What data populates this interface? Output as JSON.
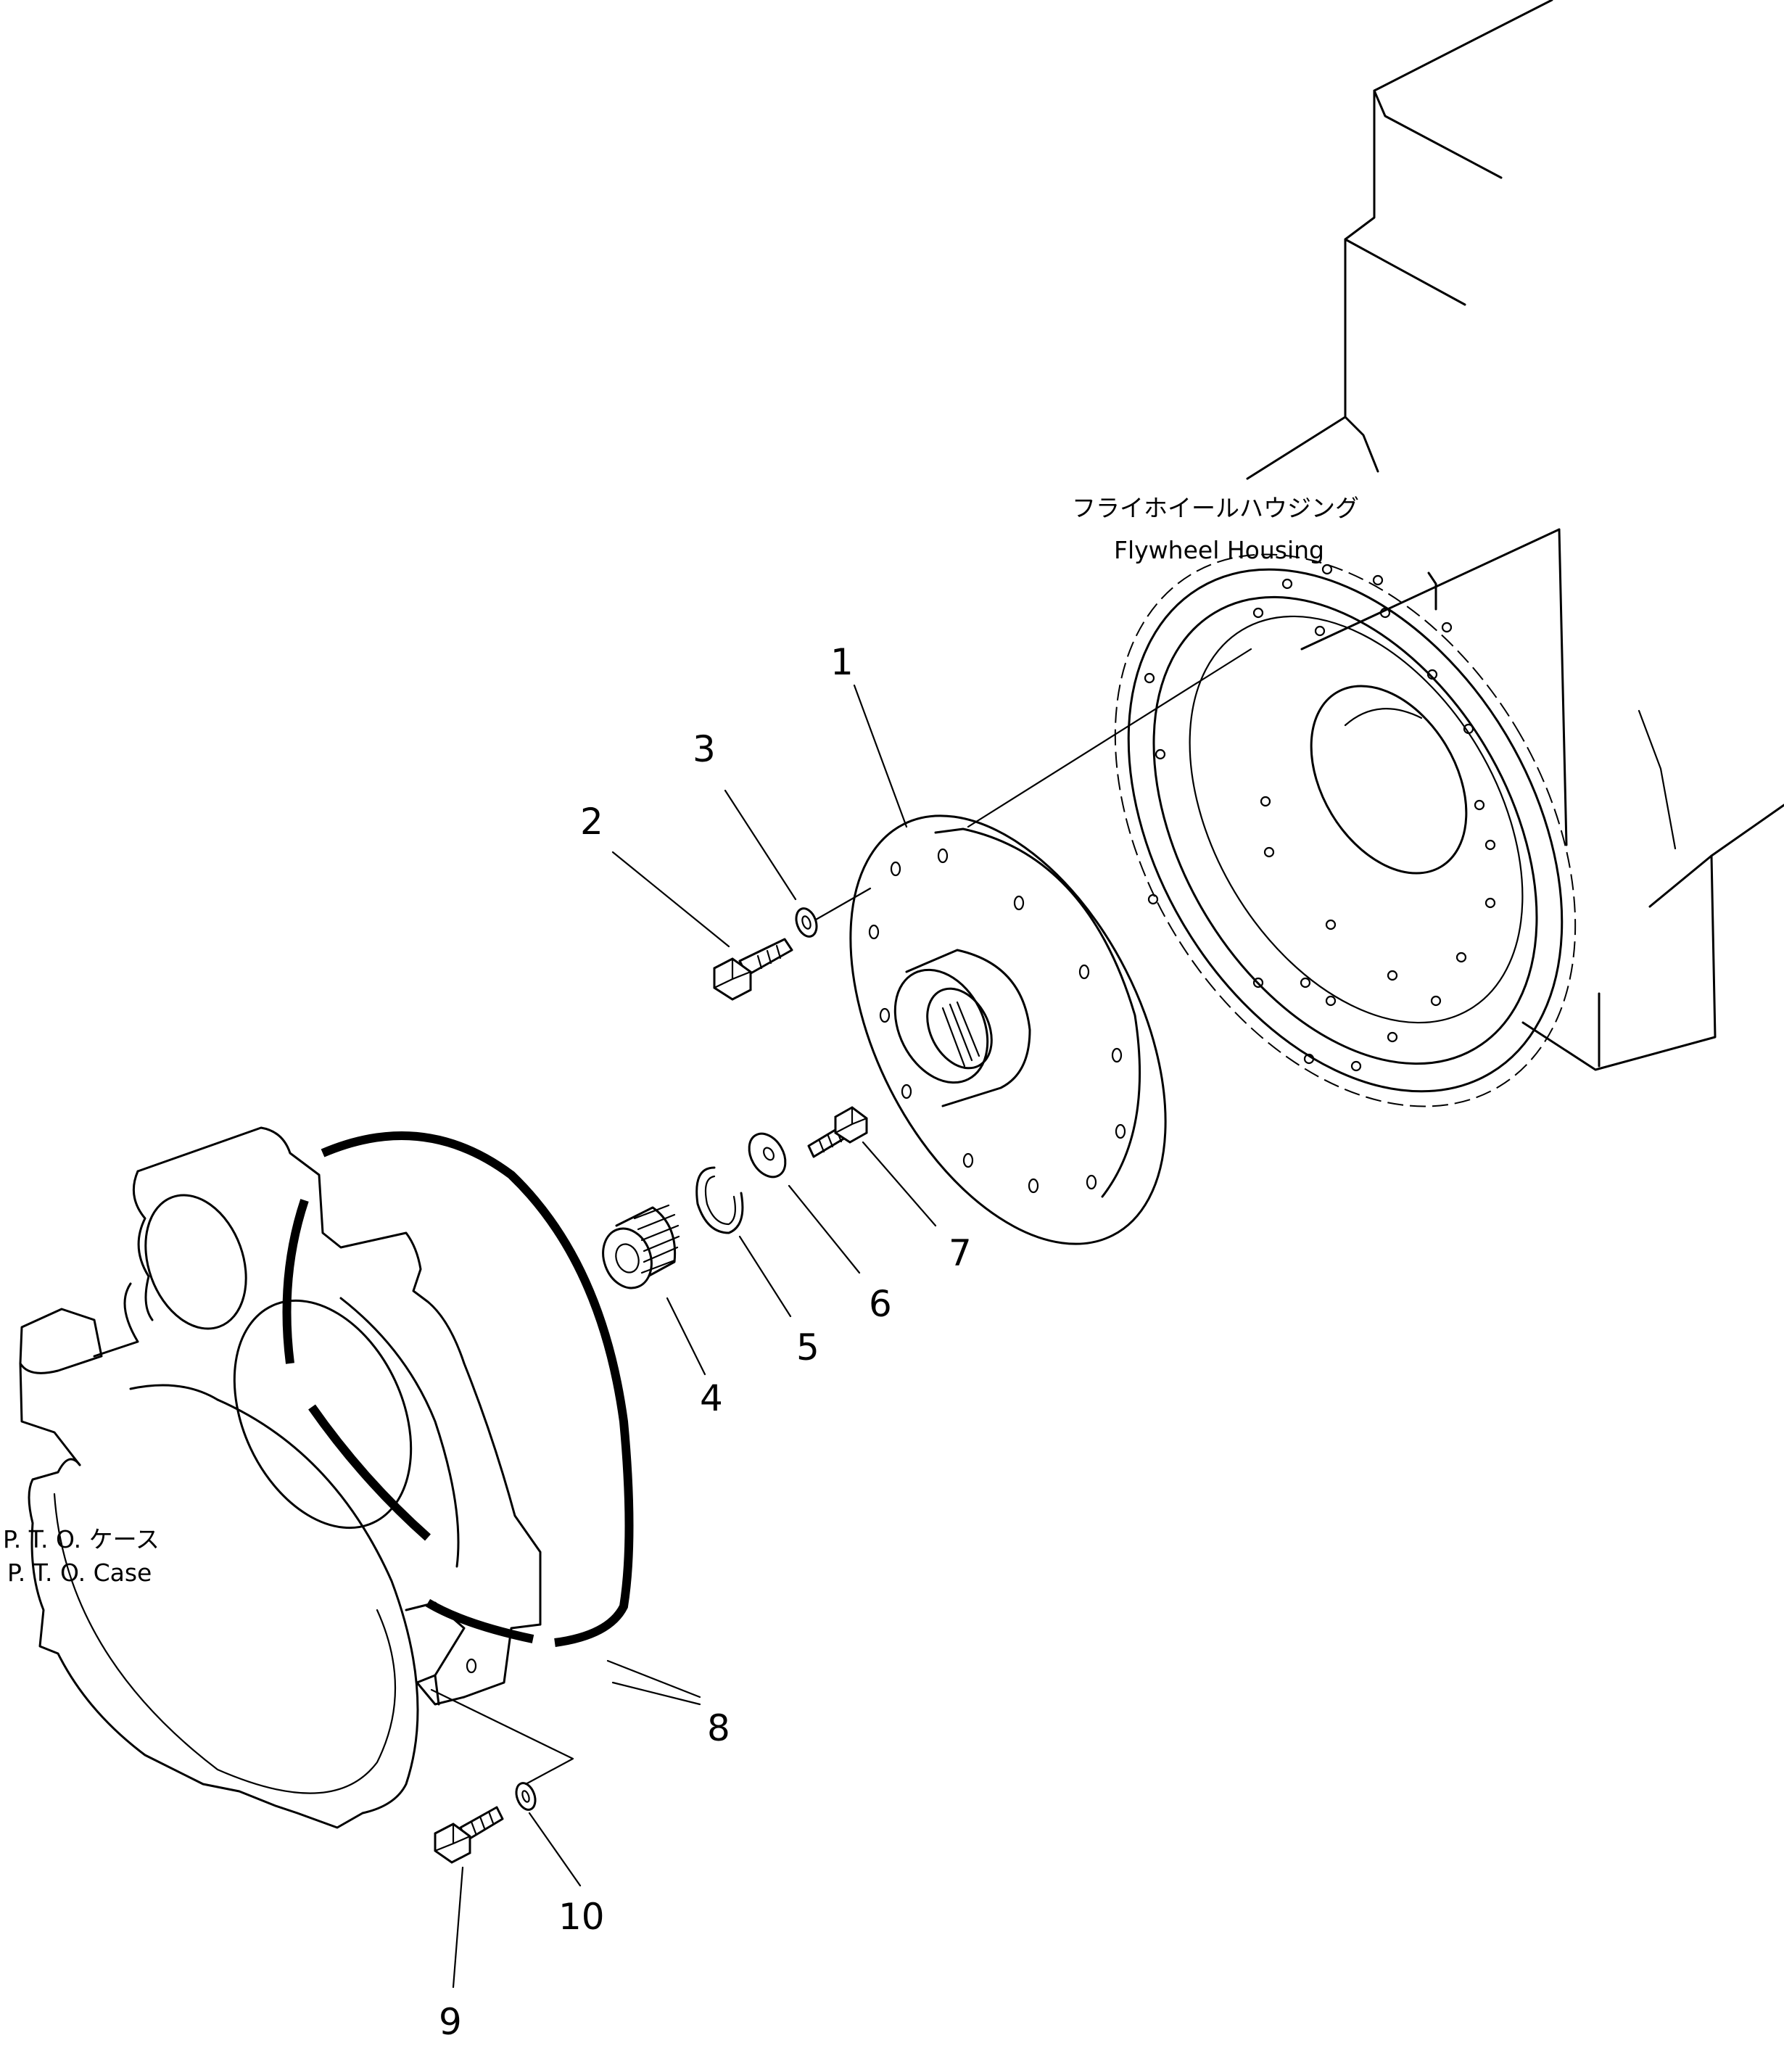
{
  "labels": {
    "flywheel_housing_jp": "フライホイールハウジング",
    "flywheel_housing_en": "Flywheel Housing",
    "pto_case_jp": "P. T. O. ケース",
    "pto_case_en": "P. T. O. Case"
  },
  "callouts": [
    "1",
    "2",
    "3",
    "4",
    "5",
    "6",
    "7",
    "8",
    "9",
    "10"
  ]
}
